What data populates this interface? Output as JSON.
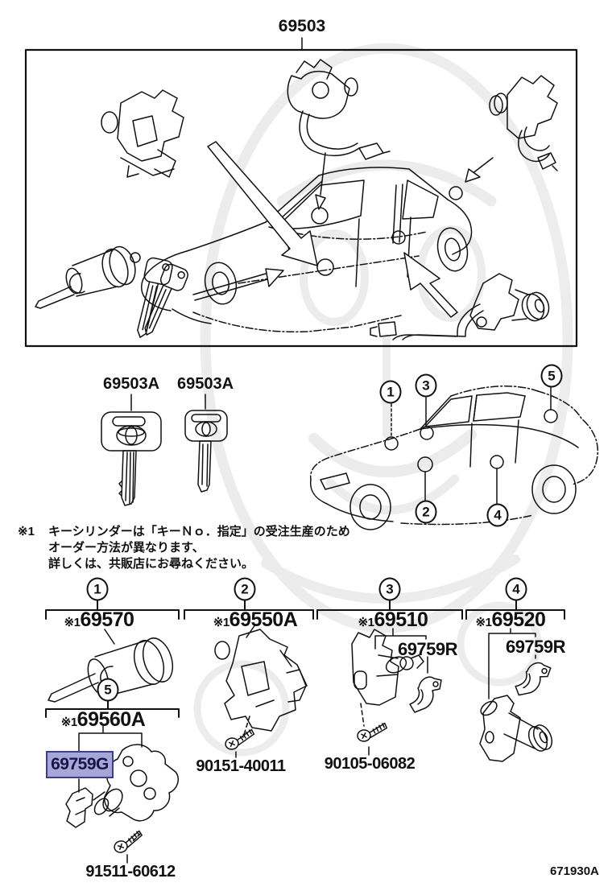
{
  "page": {
    "title_part": "69503",
    "footer_code": "671930A",
    "colors": {
      "ink": "#111111",
      "highlight_bg": "#a7a7d6",
      "highlight_border": "#3c3c9a",
      "highlight_text": "#16164e",
      "watermark": "#dedede"
    }
  },
  "keys": {
    "left_label": "69503A",
    "right_label": "69503A"
  },
  "note": {
    "ref": "※1",
    "lines": [
      "キーシリンダーは「キーＮｏ．指定」の受注生産のため",
      "オーダー方法が異なります、",
      "詳しくは、共販店にお尋ねください。"
    ]
  },
  "car_map": {
    "callouts": [
      "1",
      "2",
      "3",
      "4",
      "5"
    ]
  },
  "sections": {
    "s1": {
      "num": "1",
      "ref": "※1",
      "part": "69570"
    },
    "s2": {
      "num": "2",
      "ref": "※1",
      "part": "69550A",
      "screw": "90151-40011"
    },
    "s3": {
      "num": "3",
      "ref": "※1",
      "part": "69510",
      "sub": "69759R",
      "screw": "90105-06082"
    },
    "s4": {
      "num": "4",
      "ref": "※1",
      "part": "69520",
      "sub": "69759R"
    },
    "s5": {
      "num": "5",
      "ref": "※1",
      "part": "69560A",
      "sub": "69759G",
      "screw": "91511-60612"
    }
  }
}
